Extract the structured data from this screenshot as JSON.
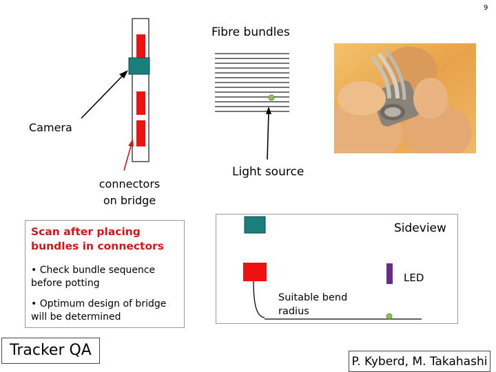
{
  "page_number": "9",
  "fibre_section": {
    "title": "Fibre bundles",
    "light_source_label": "Light source"
  },
  "camera_section": {
    "camera_label": "Camera",
    "connectors_label_line1": "connectors",
    "connectors_label_line2": "on bridge"
  },
  "notes": {
    "heading_line1": "Scan after placing",
    "heading_line2": "bundles in connectors",
    "bullet_1_line1": "• Check bundle sequence",
    "bullet_1_line2": "before potting",
    "bullet_2_line1": "• Optimum design of bridge",
    "bullet_2_line2": "will be determined"
  },
  "sideview": {
    "title": "Sideview",
    "led_label": "LED",
    "bend_line1": "Suitable bend",
    "bend_line2": "radius"
  },
  "footer": {
    "left_title": "Tracker QA",
    "authors": "P. Kyberd, M. Takahashi"
  },
  "colors": {
    "connector_red": "#ee1111",
    "camera_teal": "#1a7f7a",
    "led_purple": "#6a2a8a",
    "light_green": "#8fc24a",
    "title_red": "#cc1a1a"
  },
  "icons": {
    "photo": "fibre-bundle-photo"
  }
}
